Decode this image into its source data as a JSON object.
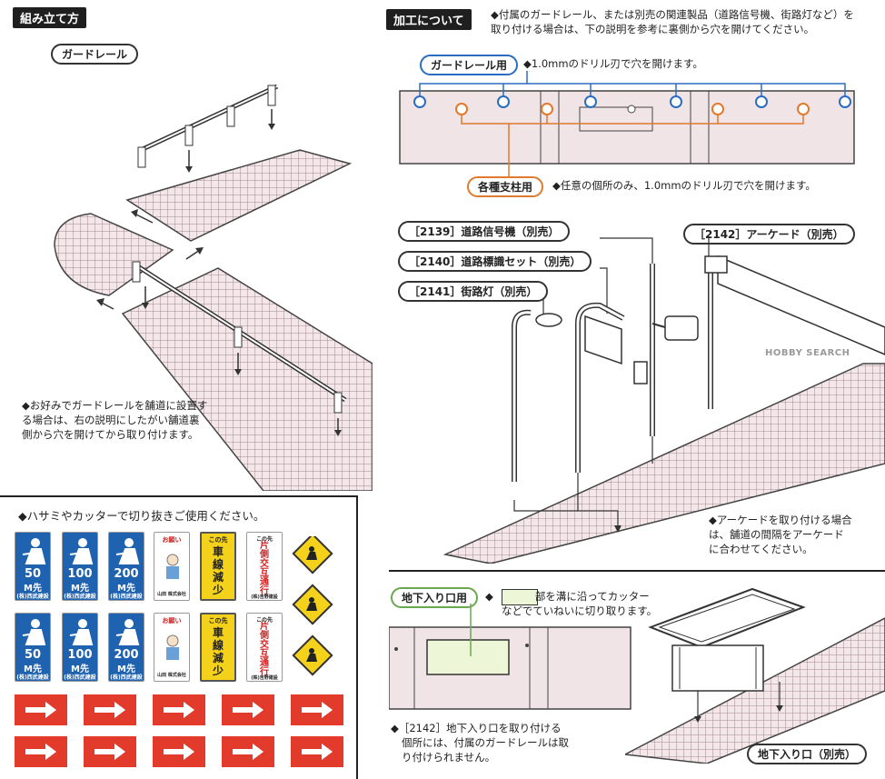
{
  "left": {
    "header": "組み立て方",
    "pill": "ガードレール",
    "note_lines": [
      "◆お好みでガードレールを舗道に設置す",
      "る場合は、右の説明にしたがい舗道裏",
      "側から穴を開けてから取り付けます。"
    ]
  },
  "right": {
    "header": "加工について",
    "intro_lines": [
      "◆付属のガードレール、または別売の関連製品（道路信号機、街路灯など）を",
      "取り付ける場合は、下の説明を参考に裏側から穴を開けてください。"
    ],
    "guardrail_pill": "ガードレール用",
    "guardrail_note": "◆1.0mmのドリル刃で穴を開けます。",
    "post_pill": "各種支柱用",
    "post_note": "◆任意の個所のみ、1.0mmのドリル刃で穴を開けます。",
    "products": [
      "［2139］道路信号機（別売）",
      "［2140］道路標識セット（別売）",
      "［2141］街路灯（別売）",
      "［2142］アーケード（別売）"
    ],
    "arcade_note_lines": [
      "◆アーケードを取り付ける場合",
      "は、舗道の間隔をアーケード",
      "に合わせてください。"
    ],
    "watermark": "HOBBY SEARCH"
  },
  "cutout": {
    "note": "◆ハサミやカッターで切り抜きご使用ください。",
    "signs_row": [
      {
        "type": "blue",
        "dist": "50",
        "unit": "M先",
        "foot": "(株)西武建設"
      },
      {
        "type": "blue",
        "dist": "100",
        "unit": "M先",
        "foot": "(株)西武建設"
      },
      {
        "type": "blue",
        "dist": "200",
        "unit": "M先",
        "foot": "(株)西武建設"
      },
      {
        "type": "white-illust",
        "top": "お願い",
        "foot": "山田 株式会社"
      },
      {
        "type": "yellow-text",
        "top": "この先",
        "main": "車線減少"
      },
      {
        "type": "white-text",
        "small": "この先",
        "main": "片側交互通行",
        "foot": "(株)吉野建設"
      }
    ],
    "diamond_count": 3,
    "arrow_count": 10
  },
  "underground": {
    "pill": "地下入り口用",
    "note_lines": [
      "◆　　　　部を溝に沿ってカッター",
      "などでていねいに切り取ります。"
    ],
    "warning_lines": [
      "◆［2142］地下入り口を取り付ける",
      "個所には、付属のガードレールは取",
      "り付けられません。"
    ],
    "caption": "地下入り口（別売）"
  }
}
